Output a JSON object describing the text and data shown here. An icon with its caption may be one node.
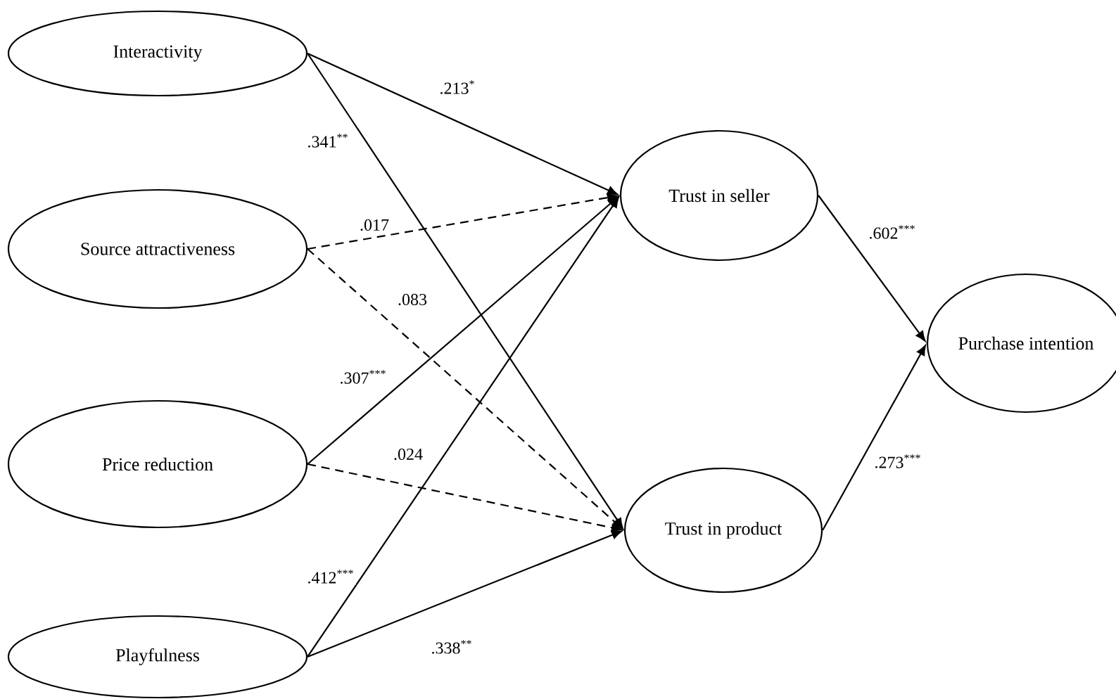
{
  "diagram": {
    "nodes": [
      {
        "text": [
          "Interactivity"
        ]
      },
      {
        "text": [
          "Source attractiveness"
        ]
      },
      {
        "text": [
          "Price reduction"
        ]
      },
      {
        "text": [
          "Playfulness"
        ]
      },
      {
        "text": [
          "Trust in seller"
        ]
      },
      {
        "text": [
          "Trust in product"
        ]
      },
      {
        "text": [
          "Purchase intention"
        ]
      }
    ],
    "edges": [
      {
        "from": 0,
        "to": 4,
        "arrow": "to",
        "label": ".213$^{*}$"
      },
      {
        "from": 0,
        "to": 5,
        "arrow": "to",
        "label": ".341$^{**}$"
      },
      {
        "from": 1,
        "to": 4,
        "arrow": "to",
        "label": ".017",
        "style": "dashed"
      },
      {
        "from": 1,
        "to": 5,
        "arrow": "to",
        "label": ".083",
        "style": "dashed"
      },
      {
        "from": 2,
        "to": 4,
        "arrow": "to",
        "label": ".307$^{***}$"
      },
      {
        "from": 2,
        "to": 5,
        "arrow": "to",
        "label": ".024",
        "style": "dashed"
      },
      {
        "from": 3,
        "to": 4,
        "arrow": "to",
        "label": ".412$^{***}$"
      },
      {
        "from": 3,
        "to": 5,
        "arrow": "to",
        "label": ".338$^{**}$"
      },
      {
        "from": 4,
        "to": 6,
        "arrow": "to",
        "label": ".602$^{***}$"
      },
      {
        "from": 5,
        "to": 6,
        "arrow": "to",
        "label": ".273$^{***}$"
      }
    ]
  }
}
